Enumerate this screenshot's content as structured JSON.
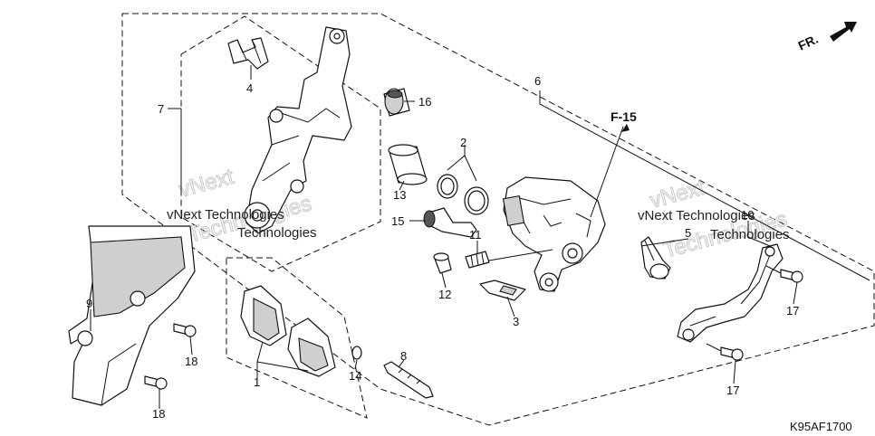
{
  "callouts": {
    "p1": "1",
    "p2": "2",
    "p3": "3",
    "p4": "4",
    "p5": "5",
    "p6": "6",
    "p7": "7",
    "p8": "8",
    "p9": "9",
    "p10": "10",
    "p11": "11",
    "p12": "12",
    "p13": "13",
    "p14": "14",
    "p15": "15",
    "p16": "16",
    "p17a": "17",
    "p17b": "17",
    "p18a": "18",
    "p18b": "18"
  },
  "ref_code": "F-15",
  "direction_label": "FR.",
  "diagram_code": "K95AF1700",
  "watermarks": {
    "left_line1": "vNext Technologies",
    "left_line2": "Technologies",
    "right_line1": "vNext Technologies",
    "right_line2": "Technologies"
  }
}
